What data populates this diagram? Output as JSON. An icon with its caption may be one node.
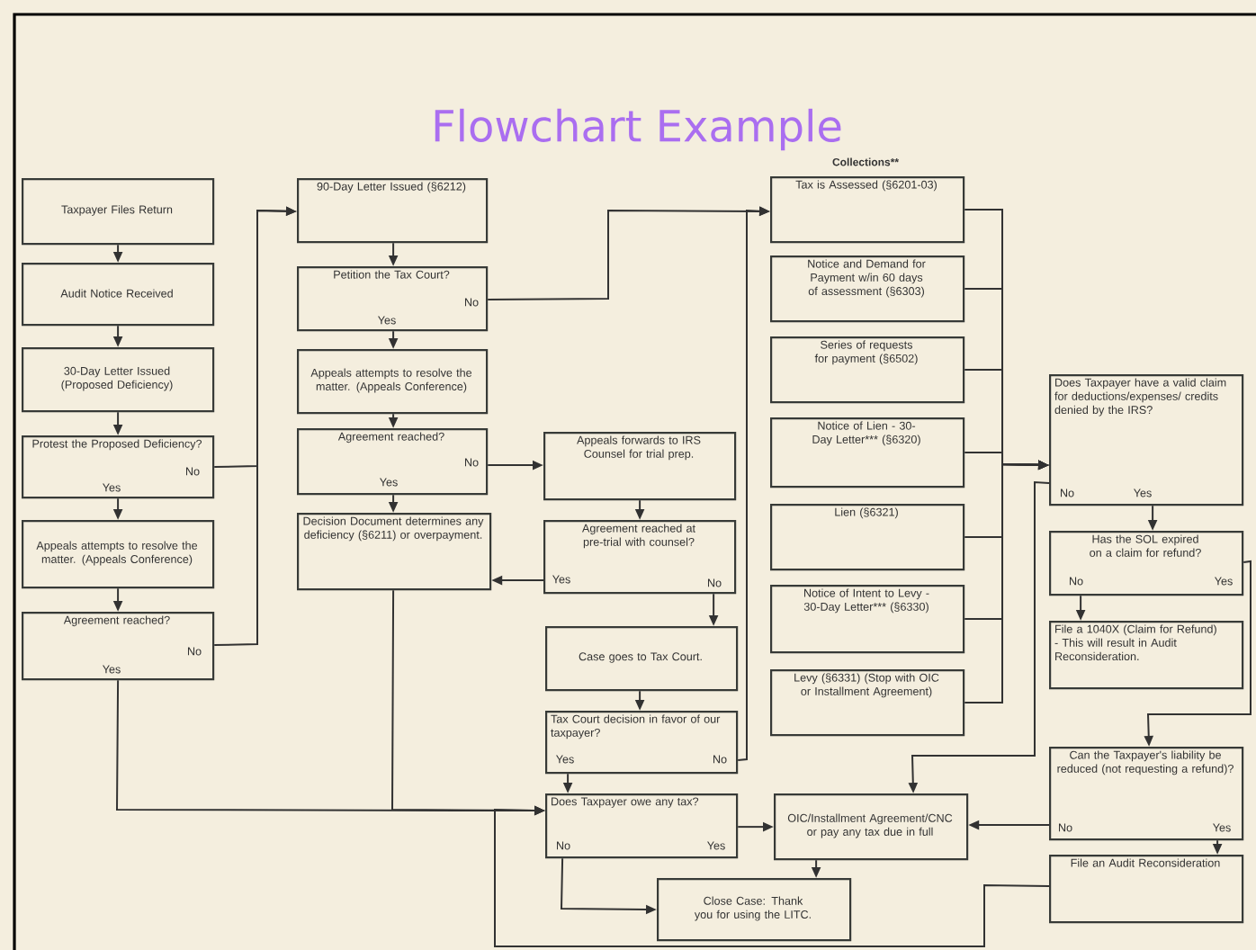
{
  "diagram": {
    "title": "Flowchart Example",
    "nodes": [
      {
        "text": [
          "Taxpayer Files Return"
        ]
      },
      {
        "text": [
          "Audit Notice Received"
        ]
      },
      {
        "text": [
          "30-Day Letter Issued (Proposed Deficiency)"
        ]
      },
      {
        "text": [
          "Protest the Proposed Deficiency?",
          "No",
          "Yes"
        ]
      },
      {
        "text": [
          "Appeals attempts to resolve the matter. (Appeals Conference)"
        ]
      },
      {
        "text": [
          "Agreement reached?",
          "No",
          "Yes"
        ]
      },
      {
        "text": [
          "90-Day Letter Issued (§6212)"
        ]
      },
      {
        "text": [
          "Petition the Tax Court?",
          "No",
          "Yes"
        ]
      },
      {
        "text": [
          "Appeals attempts to resolve the matter. (Appeals Conference)"
        ]
      },
      {
        "text": [
          "Agreement reached?",
          "No",
          "Yes"
        ]
      },
      {
        "text": [
          "Decision Document determines any deficiency (§6211) or overpayment."
        ]
      },
      {
        "text": [
          "Appeals forwards to IRS Counsel for trial prep."
        ]
      },
      {
        "text": [
          "Agreement reached at pre-trial with counsel?",
          "Yes",
          "No"
        ]
      },
      {
        "text": [
          "Case goes to Tax Court."
        ]
      },
      {
        "text": [
          "Tax Court decision in favor of our taxpayer?",
          "Yes",
          "No"
        ]
      },
      {
        "text": [
          "Does Taxpayer owe any tax?",
          "No",
          "Yes"
        ]
      },
      {
        "text": [
          "Close Case:  Thank you for using the LITC."
        ]
      },
      {
        "text": [
          "OIC/Installment Agreement/CNC or pay any tax due in full"
        ]
      },
      {
        "text": [
          "Tax is Assessed (§6201-03)"
        ]
      },
      {
        "text": [
          "Notice and Demand for Payment w/in 60 days of assessment (§6303)"
        ]
      },
      {
        "text": [
          "Series of requests for payment (§6502)"
        ]
      },
      {
        "text": [
          "Notice of Lien - 30-Day Letter*** (§6320)"
        ]
      },
      {
        "text": [
          "Lien (§6321)"
        ]
      },
      {
        "text": [
          "Notice of Intent to Levy - 30-Day Letter*** (§6330)"
        ]
      },
      {
        "text": [
          "Levy (§6331) (Stop with OIC or Installment Agreement)"
        ]
      },
      {
        "text": [
          "Does Taxpayer have a valid claim for deductions/expenses/ credits denied by the IRS?",
          "No",
          "Yes"
        ]
      },
      {
        "text": [
          "Has the SOL expired on a claim for refund?",
          "No",
          "Yes"
        ]
      },
      {
        "text": [
          "File a 1040X (Claim for Refund) - This will result in Audit Reconsideration."
        ]
      },
      {
        "text": [
          "Can the Taxpayer's liability be reduced (not requesting a refund)?",
          "No",
          "Yes"
        ]
      },
      {
        "text": [
          "File an Audit Reconsideration"
        ]
      }
    ],
    "edges": [
      {
        "from": 0,
        "to": 1,
        "arrow": "to"
      },
      {
        "from": 1,
        "to": 2,
        "arrow": "to"
      },
      {
        "from": 2,
        "to": 3,
        "arrow": "to"
      },
      {
        "from": 3,
        "to": 4,
        "arrow": "to"
      },
      {
        "from": 4,
        "to": 5,
        "arrow": "to"
      },
      {
        "from": 3,
        "to": 6,
        "arrow": "to"
      },
      {
        "from": 5,
        "to": 6,
        "arrow": "to"
      },
      {
        "from": 5,
        "to": 15,
        "arrow": "to"
      },
      {
        "from": 6,
        "to": 7,
        "arrow": "to"
      },
      {
        "from": 7,
        "to": 8,
        "arrow": "to"
      },
      {
        "from": 8,
        "to": 9,
        "arrow": "to"
      },
      {
        "from": 9,
        "to": 10,
        "arrow": "to"
      },
      {
        "from": 9,
        "to": 11,
        "arrow": "to"
      },
      {
        "from": 11,
        "to": 12,
        "arrow": "to"
      },
      {
        "from": 12,
        "to": 10,
        "arrow": "to"
      },
      {
        "from": 12,
        "to": 13,
        "arrow": "to"
      },
      {
        "from": 13,
        "to": 14,
        "arrow": "to"
      },
      {
        "from": 14,
        "to": 15,
        "arrow": "to"
      },
      {
        "from": 14,
        "to": 18,
        "arrow": "to"
      },
      {
        "from": 7,
        "to": 18,
        "arrow": "to"
      },
      {
        "from": 10,
        "to": 15,
        "arrow": "to"
      },
      {
        "from": 15,
        "to": 17,
        "arrow": "to"
      },
      {
        "from": 15,
        "to": 16,
        "arrow": "to"
      },
      {
        "from": 17,
        "to": 16,
        "arrow": "to"
      },
      {
        "from": 18,
        "to": 25,
        "arrow": "to"
      },
      {
        "from": 19,
        "to": 25,
        "arrow": "to"
      },
      {
        "from": 20,
        "to": 25,
        "arrow": "to"
      },
      {
        "from": 21,
        "to": 25,
        "arrow": "to"
      },
      {
        "from": 22,
        "to": 25,
        "arrow": "to"
      },
      {
        "from": 23,
        "to": 25,
        "arrow": "to"
      },
      {
        "from": 24,
        "to": 25,
        "arrow": "to"
      },
      {
        "from": 25,
        "to": 26,
        "arrow": "to"
      },
      {
        "from": 26,
        "to": 27,
        "arrow": "to"
      },
      {
        "from": 25,
        "to": 17,
        "arrow": "to"
      },
      {
        "from": 26,
        "to": 28,
        "arrow": "to"
      },
      {
        "from": 28,
        "to": 29,
        "arrow": "to"
      },
      {
        "from": 28,
        "to": 17,
        "arrow": "to"
      },
      {
        "from": 29,
        "to": 15,
        "arrow": "to"
      }
    ],
    "labels": [
      "Collections**"
    ]
  }
}
